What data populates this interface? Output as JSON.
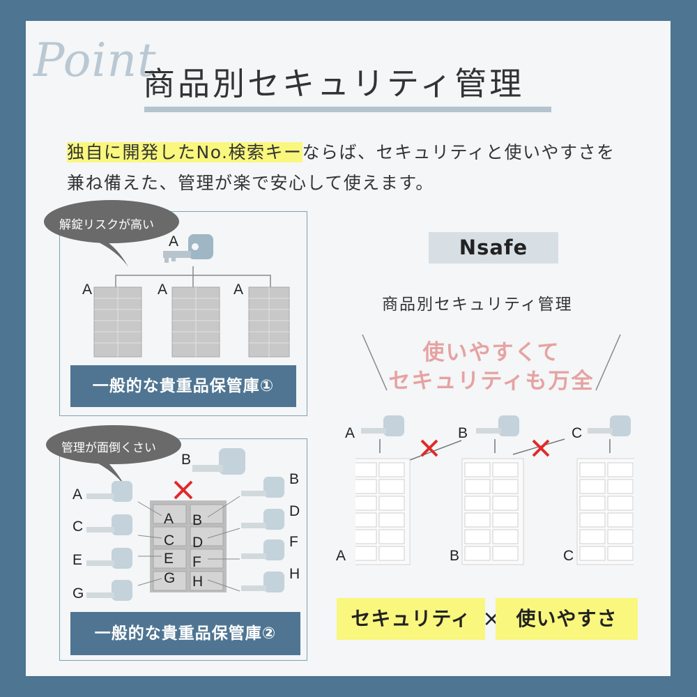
{
  "header": {
    "script_text": "Point",
    "title": "商品別セキュリティ管理"
  },
  "intro": {
    "highlight": "独自に開発したNo.検索キー",
    "line1_rest": "ならば、セキュリティと使いやすさを",
    "line2": "兼ね備えた、管理が楽で安心して使えます。"
  },
  "panel1": {
    "bubble": "解錠リスクが高い",
    "key_label": "A",
    "cabinet_labels": [
      "A",
      "A",
      "A"
    ],
    "caption": "一般的な貴重品保管庫①"
  },
  "panel2": {
    "bubble": "管理が面倒くさい",
    "left_keys": [
      "A",
      "C",
      "E",
      "G"
    ],
    "right_keys": [
      "B",
      "D",
      "F",
      "H"
    ],
    "top_key": "B",
    "door_labels": [
      "A",
      "B",
      "C",
      "D",
      "E",
      "F",
      "G",
      "H"
    ],
    "caption": "一般的な貴重品保管庫②"
  },
  "right": {
    "brand": "Nsafe",
    "subtitle": "商品別セキュリティ管理",
    "pink_line1": "使いやすくて",
    "pink_line2": "セキュリティも万全",
    "key_labels": [
      "A",
      "B",
      "C"
    ],
    "cabinet_labels": [
      "A",
      "B",
      "C"
    ],
    "bottom_left": "セキュリティ",
    "times": "×",
    "bottom_right": "使いやすさ"
  },
  "colors": {
    "background": "#4e7591",
    "panel": "#f4f6f7",
    "highlight": "#f9f77d",
    "caption_bar": "#4f7592",
    "pink": "#e6a2a2",
    "cross": "#e02a2a"
  }
}
